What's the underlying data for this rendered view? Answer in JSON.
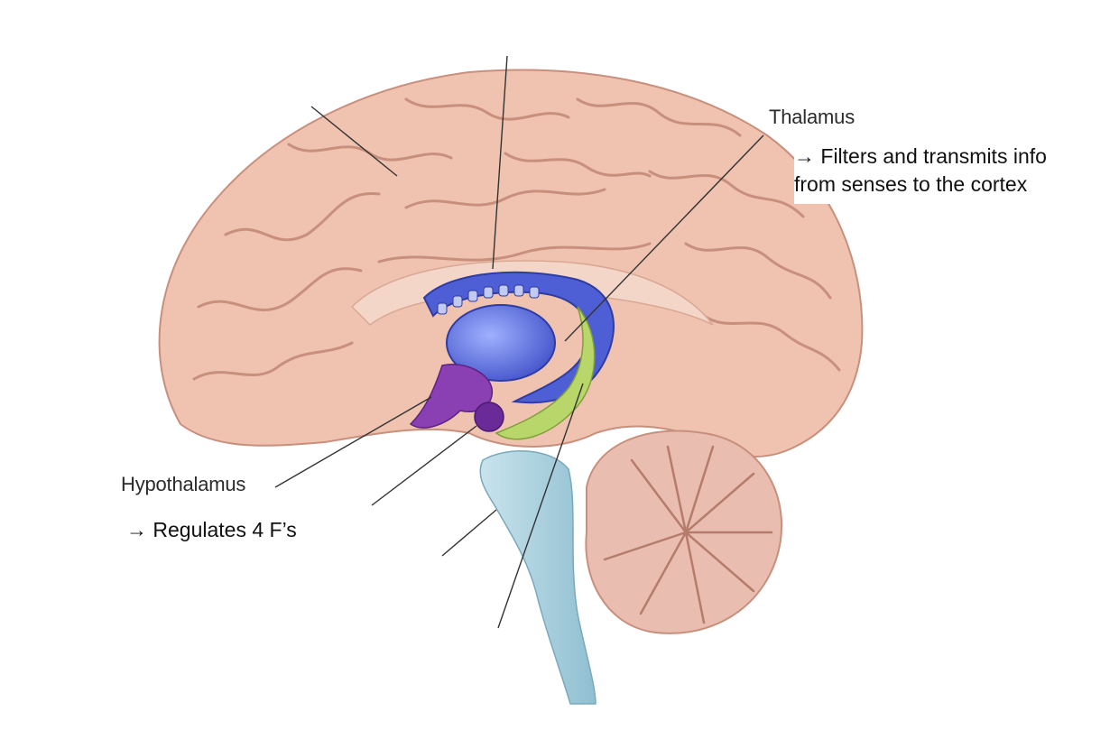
{
  "labels": {
    "thalamus": "Thalamus",
    "thalamus_note_line1": "→ Filters and transmits info",
    "thalamus_note_line2": "from senses to the cortex",
    "hypothalamus": "Hypothalamus",
    "hypothalamus_note": "→ Regulates 4 F’s"
  },
  "colors": {
    "cortex": "#efc3b0",
    "cortex_groove": "#c98f7d",
    "limbic_ring": "#4e5ed4",
    "thalamus": "#6d7fe6",
    "hypothalamus": "#8a3fb3",
    "amygdala_hippocampus": "#b8d66a",
    "brainstem": "#a9d0de",
    "cerebellum": "#e9bdb0"
  }
}
